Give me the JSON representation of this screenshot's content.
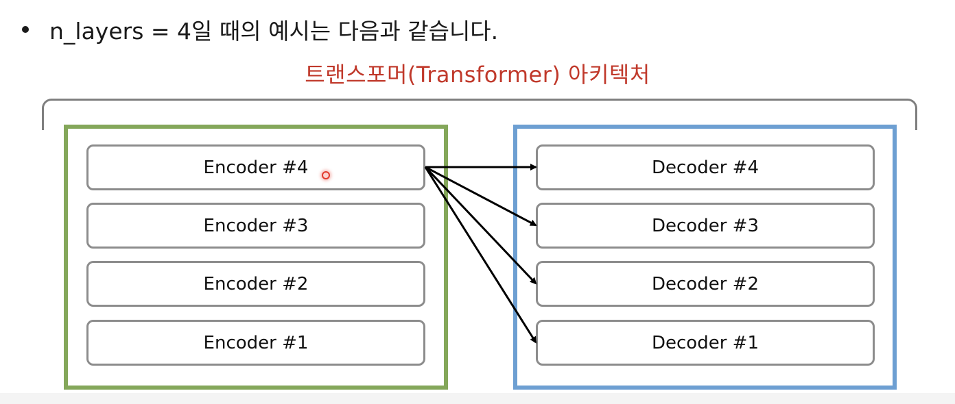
{
  "bullet": {
    "text": "n_layers = 4일 때의 예시는 다음과 같습니다."
  },
  "diagram": {
    "title": "트랜스포머(Transformer) 아키텍처",
    "encoders": [
      "Encoder #4",
      "Encoder #3",
      "Encoder #2",
      "Encoder #1"
    ],
    "decoders": [
      "Decoder #4",
      "Decoder #3",
      "Decoder #2",
      "Decoder #1"
    ],
    "connections": [
      {
        "from": "Encoder #4",
        "to": "Decoder #4"
      },
      {
        "from": "Encoder #4",
        "to": "Decoder #3"
      },
      {
        "from": "Encoder #4",
        "to": "Decoder #2"
      },
      {
        "from": "Encoder #4",
        "to": "Decoder #1"
      }
    ]
  },
  "colors": {
    "title": "#c0392b",
    "encoder_stack_border": "#84a75a",
    "decoder_stack_border": "#6d9fd2",
    "layer_border": "#8c8c8c",
    "brace": "#7f7f7f",
    "arrow": "#000000",
    "pointer": "#e23b2e"
  }
}
